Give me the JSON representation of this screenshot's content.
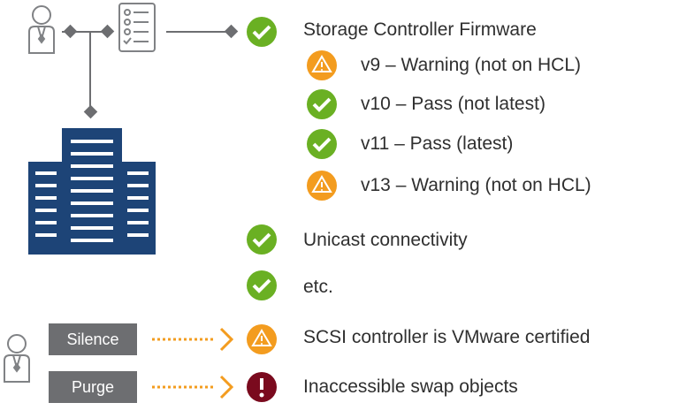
{
  "firmware": {
    "title": "Storage Controller Firmware",
    "versions": [
      {
        "label": "v9 – Warning (not on HCL)",
        "status": "warning"
      },
      {
        "label": "v10 – Pass (not latest)",
        "status": "pass"
      },
      {
        "label": "v11 – Pass (latest)",
        "status": "pass"
      },
      {
        "label": "v13 – Warning (not on HCL)",
        "status": "warning"
      }
    ]
  },
  "checks": [
    {
      "label": "Unicast connectivity",
      "status": "pass"
    },
    {
      "label": "etc.",
      "status": "pass"
    }
  ],
  "actions": [
    {
      "button": "Silence",
      "label": "SCSI controller is VMware certified",
      "status": "warning"
    },
    {
      "button": "Purge",
      "label": "Inaccessible swap objects",
      "status": "error"
    }
  ],
  "colors": {
    "pass": "#6ab023",
    "warning": "#f39c1f",
    "error": "#7a0a1e",
    "navy": "#1d4477",
    "gray": "#808285",
    "button": "#6d6e71",
    "arrow": "#f39c1f"
  }
}
